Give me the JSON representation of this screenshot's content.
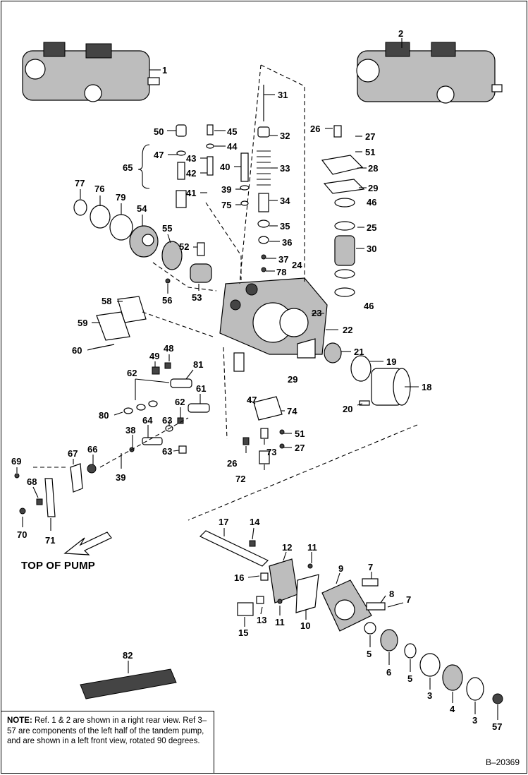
{
  "figure": {
    "reference": "B–20369",
    "direction_label": "TOP OF PUMP",
    "note_heading": "NOTE:",
    "note_text": "Ref. 1 & 2 are shown in a right rear view. Ref 3–57 are components of the left half of the tandem pump, and are shown in a left front view, rotated 90 degrees."
  },
  "callouts": [
    "1",
    "2",
    "31",
    "32",
    "33",
    "34",
    "35",
    "36",
    "37",
    "78",
    "24",
    "26",
    "27",
    "51",
    "28",
    "29",
    "46",
    "25",
    "30",
    "50",
    "45",
    "44",
    "43",
    "42",
    "41",
    "40",
    "39",
    "75",
    "47",
    "65",
    "77",
    "76",
    "79",
    "54",
    "55",
    "52",
    "53",
    "56",
    "58",
    "59",
    "60",
    "23",
    "22",
    "21",
    "19",
    "18",
    "20",
    "49",
    "48",
    "81",
    "62",
    "80",
    "61",
    "63",
    "64",
    "38",
    "66",
    "67",
    "69",
    "68",
    "70",
    "71",
    "39",
    "74",
    "73",
    "72",
    "17",
    "14",
    "12",
    "11",
    "16",
    "9",
    "7",
    "8",
    "13",
    "10",
    "15",
    "5",
    "6",
    "4",
    "3",
    "57",
    "82"
  ]
}
